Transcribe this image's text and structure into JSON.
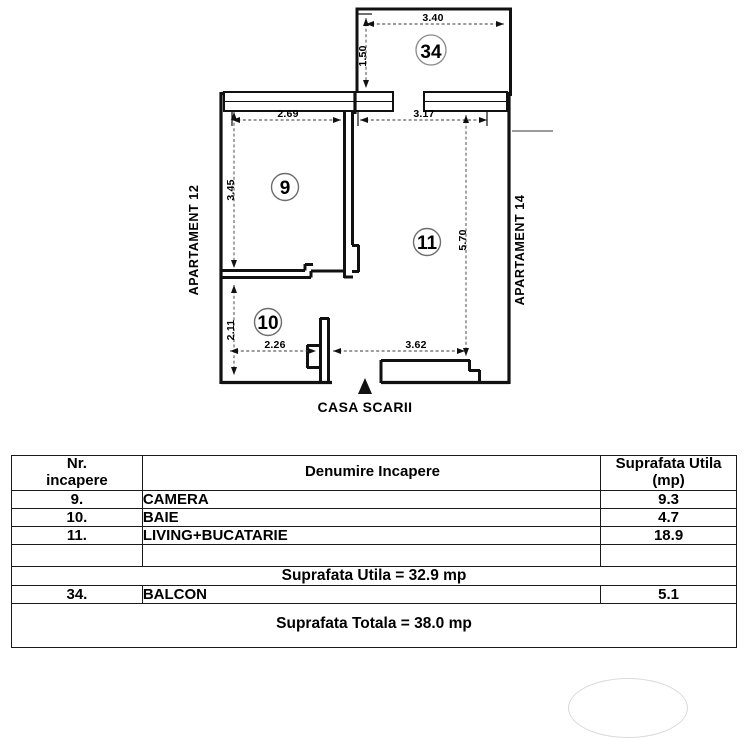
{
  "document": {
    "type": "apartment-floor-plan",
    "stair_label": "CASA SCARII"
  },
  "plan": {
    "neighbor_left": "APARTAMENT 12",
    "neighbor_right": "APARTAMENT 14",
    "room_markers": [
      {
        "id": "9",
        "label": "9"
      },
      {
        "id": "10",
        "label": "10"
      },
      {
        "id": "11",
        "label": "11"
      },
      {
        "id": "34",
        "label": "34"
      }
    ],
    "dimensions": {
      "balcony_width": "3.40",
      "balcony_depth": "1.50",
      "camera_width": "2.69",
      "living_top_width": "3.17",
      "camera_height": "3.45",
      "baie_height": "2.11",
      "baie_width": "2.26",
      "living_bottom_width": "3.62",
      "living_height": "5.70"
    }
  },
  "table": {
    "headers": {
      "nr": "Nr.\nincapere",
      "nr_line1": "Nr.",
      "nr_line2": "incapere",
      "name": "Denumire Incapere",
      "area_line1": "Suprafata Utila",
      "area_line2": "(mp)"
    },
    "rows": [
      {
        "nr": "9.",
        "name": "CAMERA",
        "area": "9.3"
      },
      {
        "nr": "10.",
        "name": "BAIE",
        "area": "4.7"
      },
      {
        "nr": "11.",
        "name": "LIVING+BUCATARIE",
        "area": "18.9"
      }
    ],
    "subtotal": "Suprafata Utila = 32.9 mp",
    "balcony_row": {
      "nr": "34.",
      "name": "BALCON",
      "area": "5.1"
    },
    "total": "Suprafata Totala = 38.0 mp"
  },
  "colors": {
    "ink": "#000000",
    "wall": "#111111",
    "dim_line": "#555555",
    "table_border": "#1a1a1a"
  }
}
